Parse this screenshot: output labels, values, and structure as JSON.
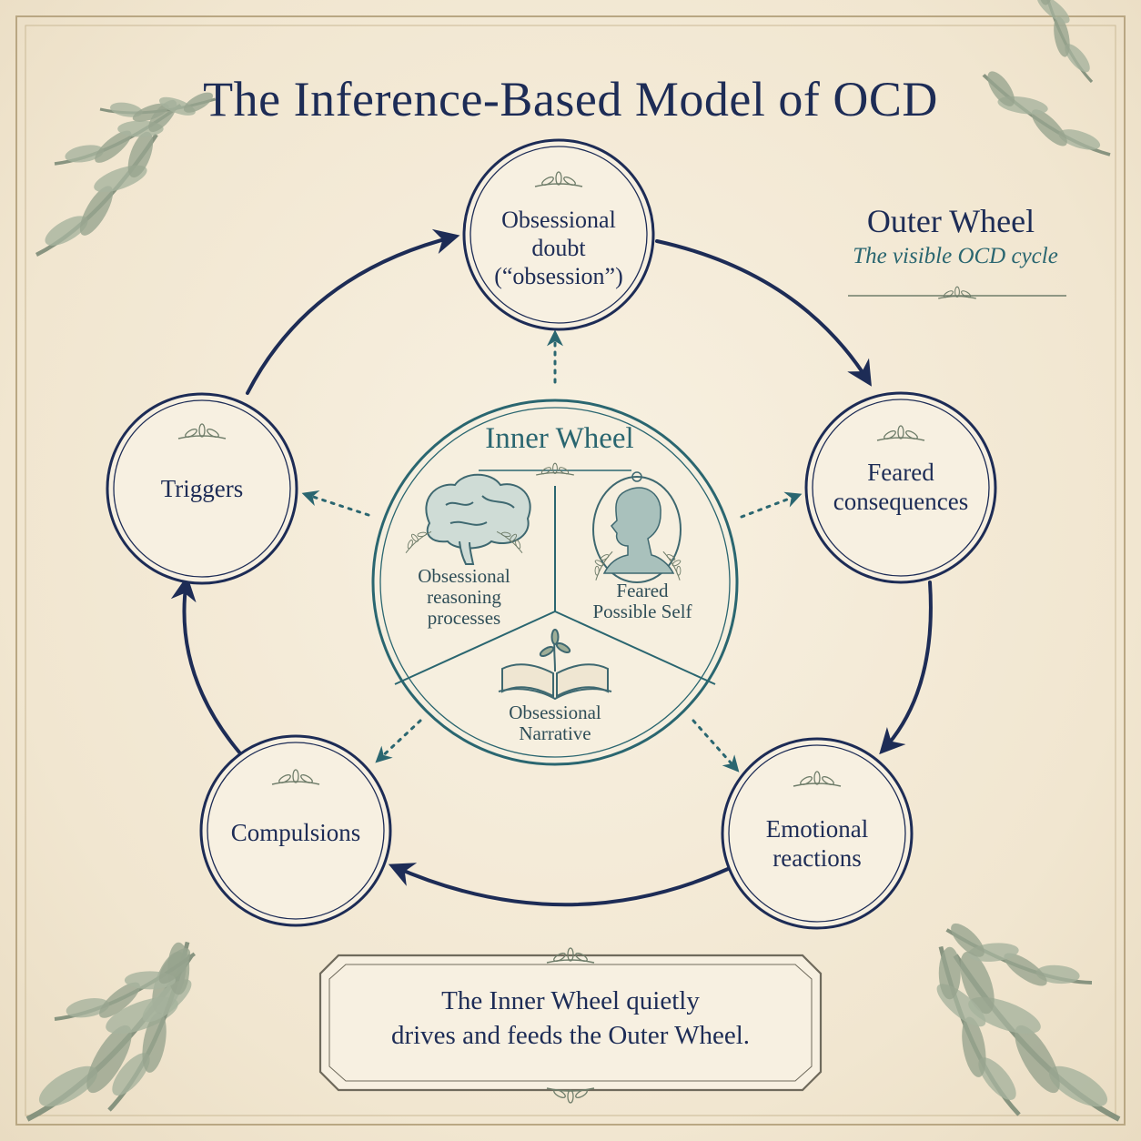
{
  "title": "The Inference-Based Model of OCD",
  "outer_wheel": {
    "heading": "Outer Wheel",
    "subtitle": "The visible OCD cycle",
    "nodes": [
      {
        "id": "obsessional-doubt",
        "lines": [
          "Obsessional",
          "doubt",
          "(“obsession”)"
        ]
      },
      {
        "id": "feared-consequences",
        "lines": [
          "Feared",
          "consequences"
        ]
      },
      {
        "id": "emotional-reactions",
        "lines": [
          "Emotional",
          "reactions"
        ]
      },
      {
        "id": "compulsions",
        "lines": [
          "Compulsions"
        ]
      },
      {
        "id": "triggers",
        "lines": [
          "Triggers"
        ]
      }
    ]
  },
  "inner_wheel": {
    "heading": "Inner Wheel",
    "segments": [
      {
        "id": "obsessional-reasoning",
        "lines": [
          "Obsessional",
          "reasoning",
          "processes"
        ],
        "icon": "brain-icon"
      },
      {
        "id": "feared-possible-self",
        "lines": [
          "Feared",
          "Possible Self"
        ],
        "icon": "head-profile-icon"
      },
      {
        "id": "obsessional-narrative",
        "lines": [
          "Obsessional",
          "Narrative"
        ],
        "icon": "open-book-icon"
      }
    ]
  },
  "caption": {
    "lines": [
      "The Inner Wheel quietly",
      "drives and feeds the Outer Wheel."
    ]
  },
  "colors": {
    "navy": "#1d2c56",
    "teal": "#2a6670",
    "parchment": "#f3ead8",
    "leaf": "#8a9a86"
  }
}
